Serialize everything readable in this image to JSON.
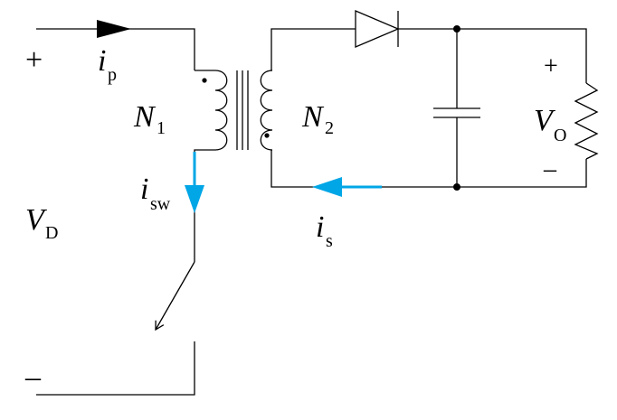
{
  "labels": {
    "input_plus": "+",
    "input_minus": "–",
    "ip": "i",
    "ip_sub": "p",
    "n1": "N",
    "n1_sub": "1",
    "n2": "N",
    "n2_sub": "2",
    "isw": "i",
    "isw_sub": "sw",
    "vd": "V",
    "vd_sub": "D",
    "is": "i",
    "is_sub": "s",
    "vo": "V",
    "vo_sub": "O",
    "out_plus": "+",
    "out_minus": "–"
  },
  "colors": {
    "wire": "#000000",
    "current_arrow": "#00a6e6"
  },
  "icons": [
    "diode-icon",
    "capacitor-icon",
    "resistor-icon",
    "transformer-icon",
    "switch-icon",
    "current-arrow-icon"
  ]
}
